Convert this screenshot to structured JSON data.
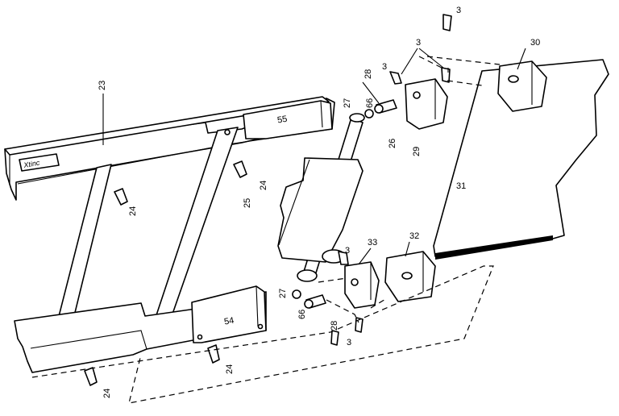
{
  "callouts": {
    "c3a": "3",
    "c3b": "3",
    "c3c": "3",
    "c3d": "3",
    "c3e": "3",
    "c23": "23",
    "c24a": "24",
    "c24b": "24",
    "c24c": "24",
    "c24d": "24",
    "c25": "25",
    "c26": "26",
    "c27a": "27",
    "c27b": "27",
    "c28a": "28",
    "c28b": "28",
    "c29": "29",
    "c30": "30",
    "c31": "31",
    "c32": "32",
    "c33": "33",
    "c54": "54",
    "c55": "55",
    "c66a": "66",
    "c66b": "66"
  },
  "frame_decal": "Xtinc"
}
